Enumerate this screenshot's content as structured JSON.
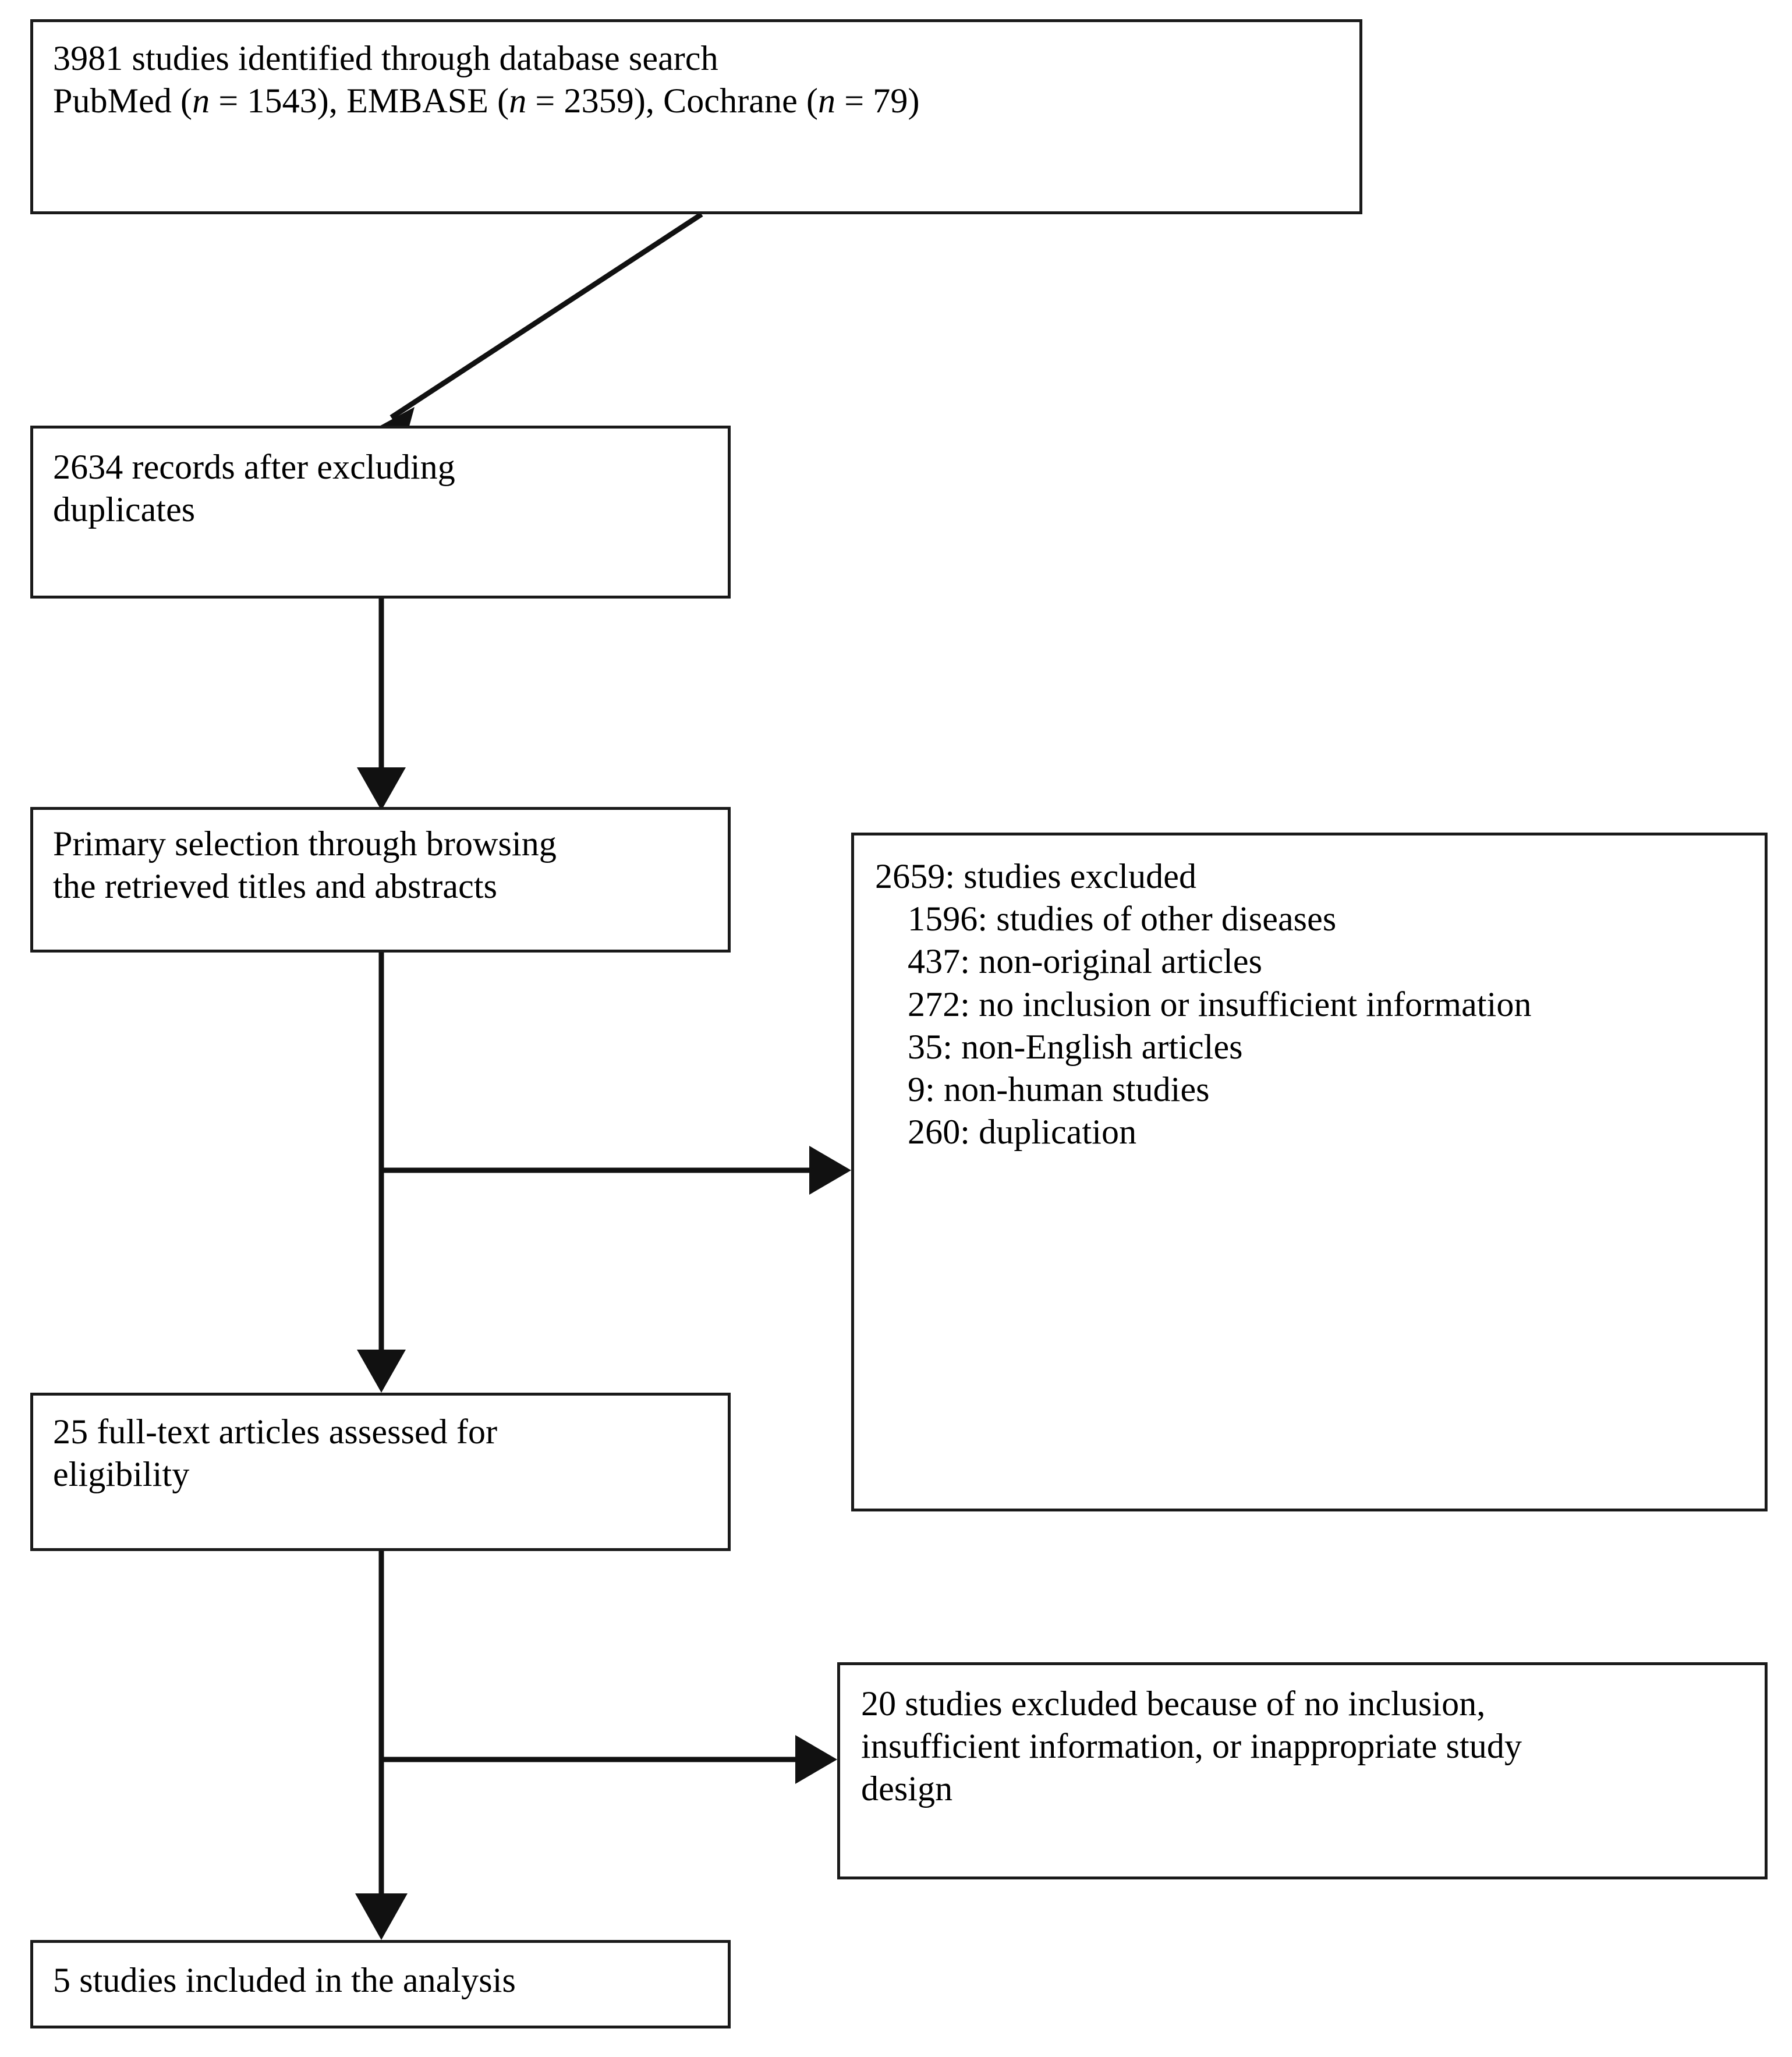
{
  "diagram": {
    "type": "prisma-flow-diagram",
    "title": "Study selection flow diagram",
    "line_color": "#111111",
    "box_border_color": "#1a1a1a",
    "background_color": "#ffffff",
    "text_color": "#000000"
  },
  "boxes": {
    "identification": {
      "name": "identification-box",
      "line1": "3981 studies identified through database search",
      "line2_a": "PubMed (",
      "line2_n1": "n",
      "line2_b": " = 1543), EMBASE (",
      "line2_n2": "n",
      "line2_c": " = 2359), Cochrane (",
      "line2_n3": "n",
      "line2_d": " = 79)",
      "count_total": 3981,
      "sources": [
        {
          "label": "PubMed",
          "n": 1543
        },
        {
          "label": "EMBASE",
          "n": 2359
        },
        {
          "label": "Cochrane",
          "n": 79
        }
      ]
    },
    "deduplication": {
      "name": "deduplication-box",
      "line1": "2634 records after excluding",
      "line2": "duplicates",
      "count": 2634
    },
    "screening": {
      "name": "screening-box",
      "line1": "Primary selection through browsing",
      "line2": "the retrieved titles and abstracts"
    },
    "screening_excluded": {
      "name": "screening-excluded-box",
      "header": "2659: studies excluded",
      "header_count": 2659,
      "reasons": [
        {
          "count": 1596,
          "text": "1596: studies of other diseases"
        },
        {
          "count": 437,
          "text": "437: non-original articles"
        },
        {
          "count": 272,
          "text": "272: no inclusion or insufficient information"
        },
        {
          "count": 35,
          "text": "35: non-English articles"
        },
        {
          "count": 9,
          "text": "9: non-human studies"
        },
        {
          "count": 260,
          "text": "260: duplication"
        }
      ]
    },
    "eligibility": {
      "name": "eligibility-box",
      "line1": "25 full-text articles assessed for",
      "line2": "eligibility",
      "count": 25
    },
    "eligibility_excluded": {
      "name": "eligibility-excluded-box",
      "line1": "20 studies excluded because of no inclusion,",
      "line2": "insufficient information, or inappropriate study",
      "line3": "design",
      "count": 20
    },
    "included": {
      "name": "included-box",
      "line1": "5 studies included in the analysis",
      "count": 5
    }
  },
  "connectors": [
    {
      "name": "arrow-identification-to-deduplication",
      "style": "diagonal-arrow"
    },
    {
      "name": "arrow-deduplication-to-screening",
      "style": "vertical-arrow"
    },
    {
      "name": "arrow-screening-to-screening-excluded",
      "style": "horizontal-arrow"
    },
    {
      "name": "arrow-screening-to-eligibility",
      "style": "vertical-arrow"
    },
    {
      "name": "arrow-eligibility-to-eligibility-excluded",
      "style": "horizontal-arrow"
    },
    {
      "name": "arrow-eligibility-to-included",
      "style": "vertical-arrow"
    }
  ]
}
